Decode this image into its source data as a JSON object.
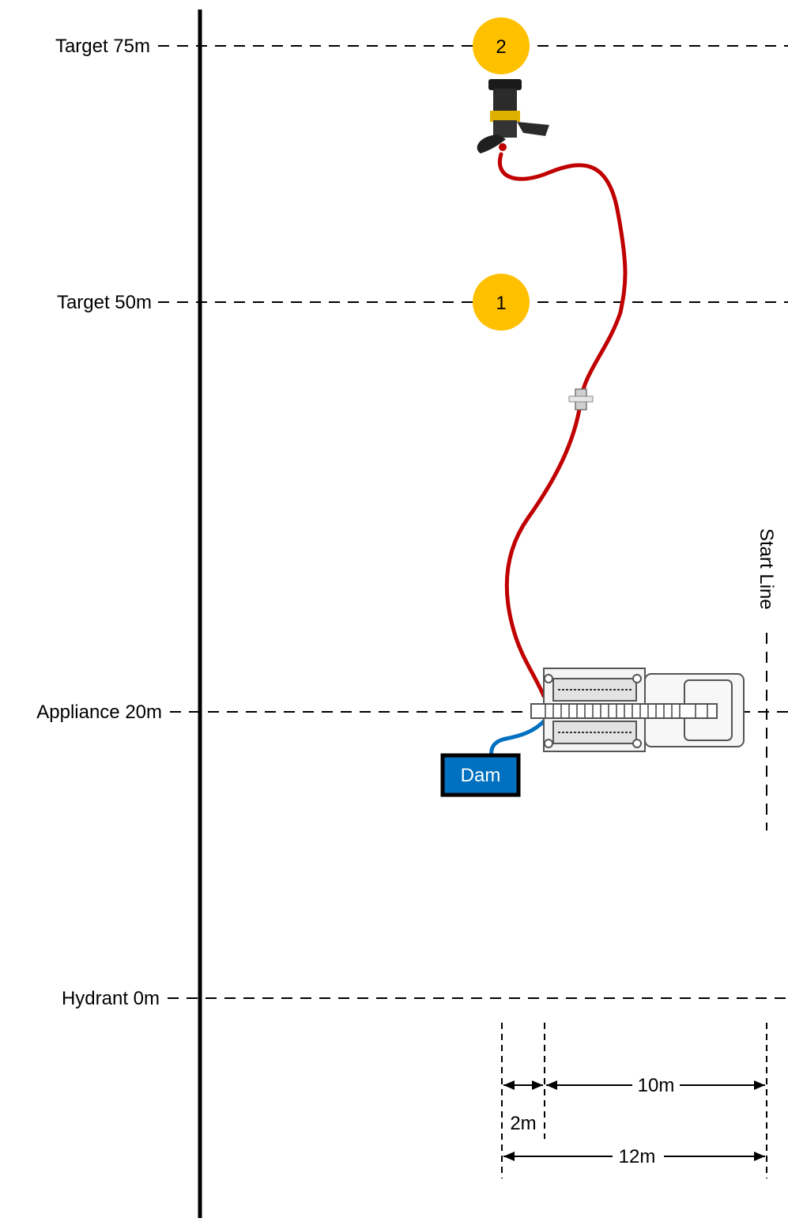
{
  "lines": {
    "target_75": "Target 75m",
    "target_50": "Target 50m",
    "appliance": "Appliance 20m",
    "hydrant": "Hydrant 0m"
  },
  "targets": [
    {
      "number": "2",
      "color": "#FFC000"
    },
    {
      "number": "1",
      "color": "#FFC000"
    }
  ],
  "dam": {
    "label": "Dam",
    "color": "#0070C0",
    "border": "#000000"
  },
  "start_line": {
    "label": "Start Line"
  },
  "dimensions": {
    "a": "2m",
    "b": "10m",
    "c": "12m"
  },
  "colors": {
    "hose_delivery": "#C00000",
    "hose_suction": "#0070C0",
    "boundary": "#000000"
  }
}
